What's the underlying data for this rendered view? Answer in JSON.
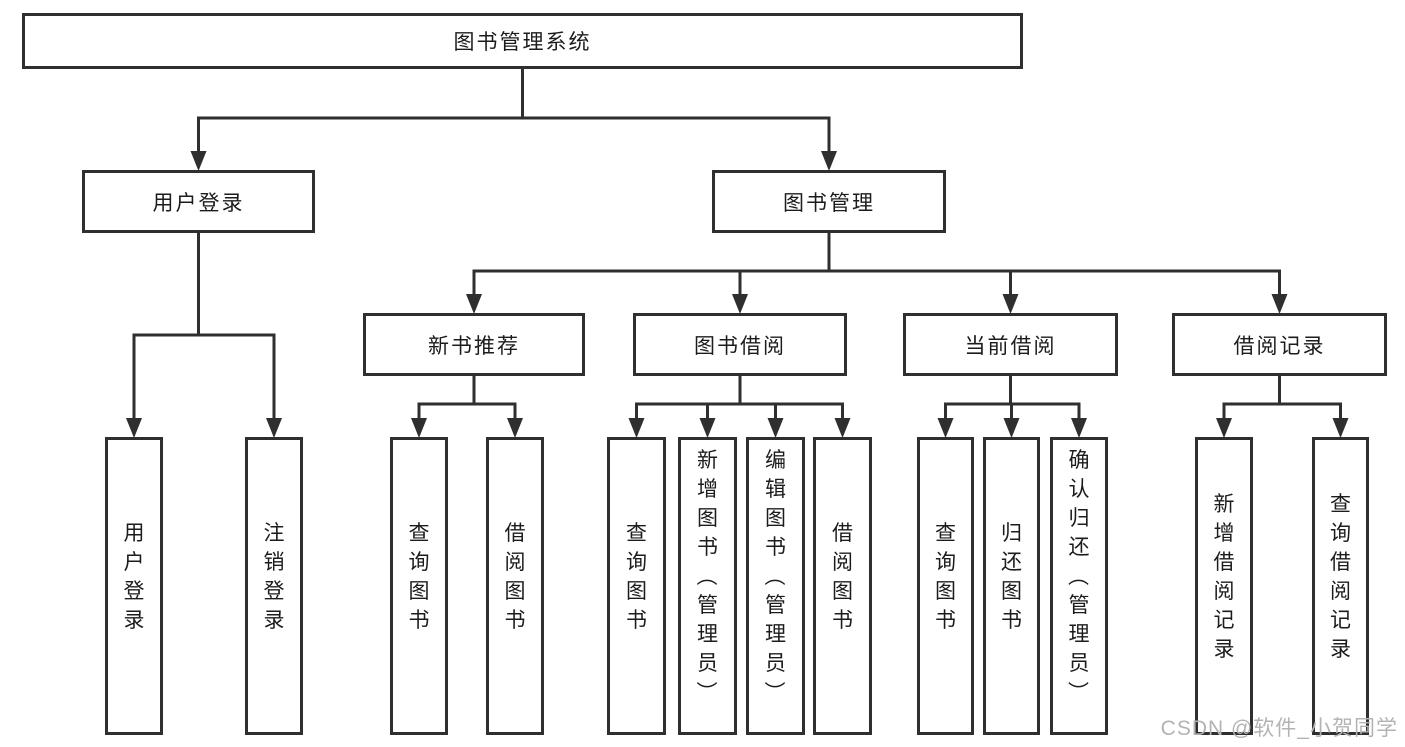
{
  "colors": {
    "line": "#2f2f2f",
    "box_border": "#2f2f2f",
    "box_background": "#ffffff",
    "text": "#1c1c1c",
    "watermark": "#b3b3b3",
    "background": "#ffffff"
  },
  "watermark": {
    "text": "CSDN @软件_小贺同学"
  },
  "diagram": {
    "type": "function-tree",
    "root": {
      "id": "root",
      "label": "图书管理系统",
      "children": [
        {
          "id": "user-login",
          "label": "用户登录",
          "children": [
            {
              "id": "ul-login",
              "label": "用户登录"
            },
            {
              "id": "ul-logout",
              "label": "注销登录"
            }
          ]
        },
        {
          "id": "book-mgmt",
          "label": "图书管理",
          "children": [
            {
              "id": "new-book-rec",
              "label": "新书推荐",
              "children": [
                {
                  "id": "nb-query",
                  "label": "查询图书"
                },
                {
                  "id": "nb-borrow",
                  "label": "借阅图书"
                }
              ]
            },
            {
              "id": "book-borrow",
              "label": "图书借阅",
              "children": [
                {
                  "id": "bb-query",
                  "label": "查询图书"
                },
                {
                  "id": "bb-add",
                  "label": "新增图书（管理员）"
                },
                {
                  "id": "bb-edit",
                  "label": "编辑图书（管理员）"
                },
                {
                  "id": "bb-borrow",
                  "label": "借阅图书"
                }
              ]
            },
            {
              "id": "current-borrow",
              "label": "当前借阅",
              "children": [
                {
                  "id": "cb-query",
                  "label": "查询图书"
                },
                {
                  "id": "cb-return",
                  "label": "归还图书"
                },
                {
                  "id": "cb-confirm",
                  "label": "确认归还（管理员）"
                }
              ]
            },
            {
              "id": "borrow-records",
              "label": "借阅记录",
              "children": [
                {
                  "id": "br-add",
                  "label": "新增借阅记录"
                },
                {
                  "id": "br-query",
                  "label": "查询借阅记录"
                }
              ]
            }
          ]
        }
      ]
    }
  }
}
